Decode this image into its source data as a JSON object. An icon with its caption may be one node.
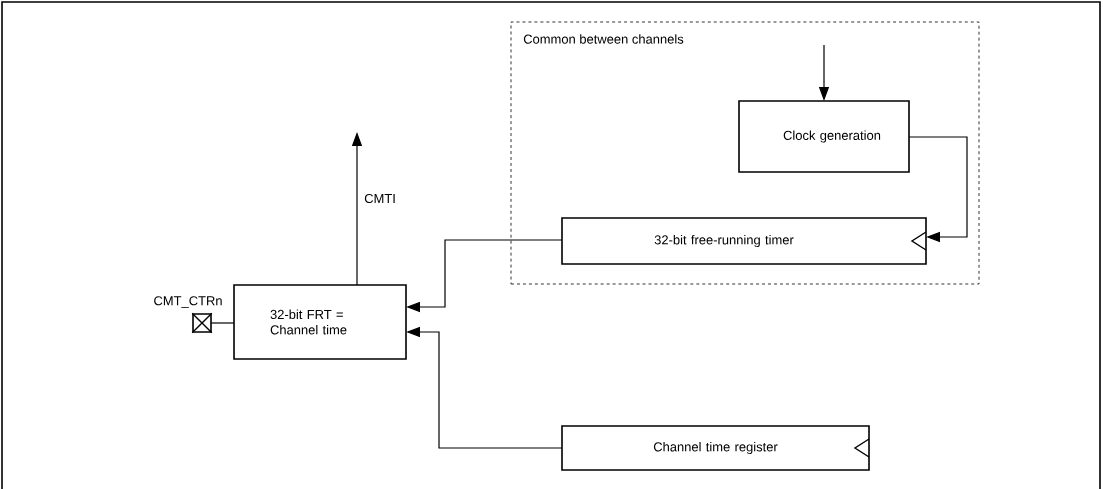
{
  "diagram": {
    "nodes": [
      {
        "text": [
          "Common between channels"
        ]
      },
      {
        "text": [
          "Clock generation"
        ],
        "in": 0
      },
      {
        "text": [
          "32-bit free-running timer"
        ],
        "in": 0
      },
      {
        "text": [
          "32-bit FRT = Channel time"
        ]
      },
      {
        "text": [
          "Channel time register"
        ]
      },
      {
        "text": [],
        "shape": "box",
        "beside": [
          "CMT_CTRn"
        ]
      }
    ],
    "edges": [
      {
        "from": null,
        "to": 1,
        "arrow": "to"
      },
      {
        "from": 1,
        "to": 2,
        "arrow": "to"
      },
      {
        "from": 2,
        "to": 3,
        "arrow": "to"
      },
      {
        "from": 4,
        "to": 3,
        "arrow": "to"
      },
      {
        "from": 3,
        "to": null,
        "arrow": "to",
        "label": "CMTI"
      },
      {
        "from": 5,
        "to": 3,
        "arrow": "none"
      }
    ]
  }
}
